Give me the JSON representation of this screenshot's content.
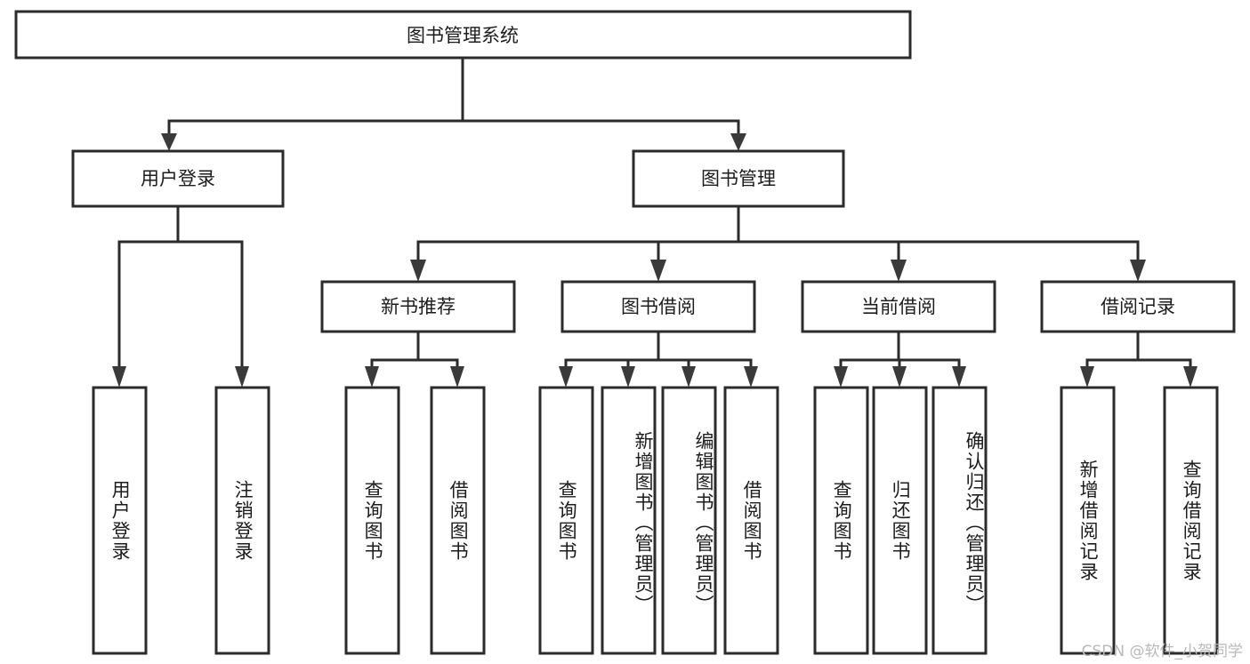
{
  "chart_data": {
    "type": "diagram",
    "diagram_kind": "tree",
    "title": "图书管理系统",
    "orientation": "top-down",
    "edge_style": "orthogonal-with-arrowheads",
    "colors": {
      "box_fill": "#ffffff",
      "box_stroke": "#2b2b2b",
      "connector": "#2b2b2b",
      "arrow": "#3a3a3a",
      "text": "#1c1c1c",
      "watermark": "#b9b9b9",
      "background": "#ffffff"
    },
    "nodes": [
      {
        "id": "root",
        "label": "图书管理系统",
        "level": 0,
        "parent": null,
        "text_orientation": "horizontal"
      },
      {
        "id": "login",
        "label": "用户登录",
        "level": 1,
        "parent": "root",
        "text_orientation": "horizontal"
      },
      {
        "id": "books",
        "label": "图书管理",
        "level": 1,
        "parent": "root",
        "text_orientation": "horizontal"
      },
      {
        "id": "newrec",
        "label": "新书推荐",
        "level": 2,
        "parent": "books",
        "text_orientation": "horizontal"
      },
      {
        "id": "borrow",
        "label": "图书借阅",
        "level": 2,
        "parent": "books",
        "text_orientation": "horizontal"
      },
      {
        "id": "curr",
        "label": "当前借阅",
        "level": 2,
        "parent": "books",
        "text_orientation": "horizontal"
      },
      {
        "id": "record",
        "label": "借阅记录",
        "level": 2,
        "parent": "books",
        "text_orientation": "horizontal"
      },
      {
        "id": "l1",
        "label": "用户登录",
        "level": 2,
        "parent": "login",
        "text_orientation": "vertical"
      },
      {
        "id": "l2",
        "label": "注销登录",
        "level": 2,
        "parent": "login",
        "text_orientation": "vertical"
      },
      {
        "id": "l3",
        "label": "查询图书",
        "level": 3,
        "parent": "newrec",
        "text_orientation": "vertical"
      },
      {
        "id": "l4",
        "label": "借阅图书",
        "level": 3,
        "parent": "newrec",
        "text_orientation": "vertical"
      },
      {
        "id": "l5",
        "label": "查询图书",
        "level": 3,
        "parent": "borrow",
        "text_orientation": "vertical"
      },
      {
        "id": "l6",
        "label": "新增图书（管理员）",
        "level": 3,
        "parent": "borrow",
        "text_orientation": "vertical"
      },
      {
        "id": "l7",
        "label": "编辑图书（管理员）",
        "level": 3,
        "parent": "borrow",
        "text_orientation": "vertical"
      },
      {
        "id": "l8",
        "label": "借阅图书",
        "level": 3,
        "parent": "borrow",
        "text_orientation": "vertical"
      },
      {
        "id": "l9",
        "label": "查询图书",
        "level": 3,
        "parent": "curr",
        "text_orientation": "vertical"
      },
      {
        "id": "l10",
        "label": "归还图书",
        "level": 3,
        "parent": "curr",
        "text_orientation": "vertical"
      },
      {
        "id": "l11",
        "label": "确认归还（管理员）",
        "level": 3,
        "parent": "curr",
        "text_orientation": "vertical"
      },
      {
        "id": "l12",
        "label": "新增借阅记录",
        "level": 3,
        "parent": "record",
        "text_orientation": "vertical"
      },
      {
        "id": "l13",
        "label": "查询借阅记录",
        "level": 3,
        "parent": "record",
        "text_orientation": "vertical"
      }
    ]
  },
  "diagram": {
    "root": {
      "label": "图书管理系统"
    },
    "level1": {
      "user_login": {
        "label": "用户登录"
      },
      "book_manage": {
        "label": "图书管理"
      }
    },
    "level2": {
      "new_book_recommend": {
        "label": "新书推荐"
      },
      "book_borrow": {
        "label": "图书借阅"
      },
      "current_borrow": {
        "label": "当前借阅"
      },
      "borrow_record": {
        "label": "借阅记录"
      }
    },
    "leaves": {
      "user_login_children": [
        {
          "label": "用户登录"
        },
        {
          "label": "注销登录"
        }
      ],
      "new_book_recommend_children": [
        {
          "label": "查询图书"
        },
        {
          "label": "借阅图书"
        }
      ],
      "book_borrow_children": [
        {
          "label": "查询图书"
        },
        {
          "label": "新增图书（管理员）"
        },
        {
          "label": "编辑图书（管理员）"
        },
        {
          "label": "借阅图书"
        }
      ],
      "current_borrow_children": [
        {
          "label": "查询图书"
        },
        {
          "label": "归还图书"
        },
        {
          "label": "确认归还（管理员）"
        }
      ],
      "borrow_record_children": [
        {
          "label": "新增借阅记录"
        },
        {
          "label": "查询借阅记录"
        }
      ]
    }
  },
  "watermark": {
    "text": "CSDN @软件_小贺同学"
  }
}
